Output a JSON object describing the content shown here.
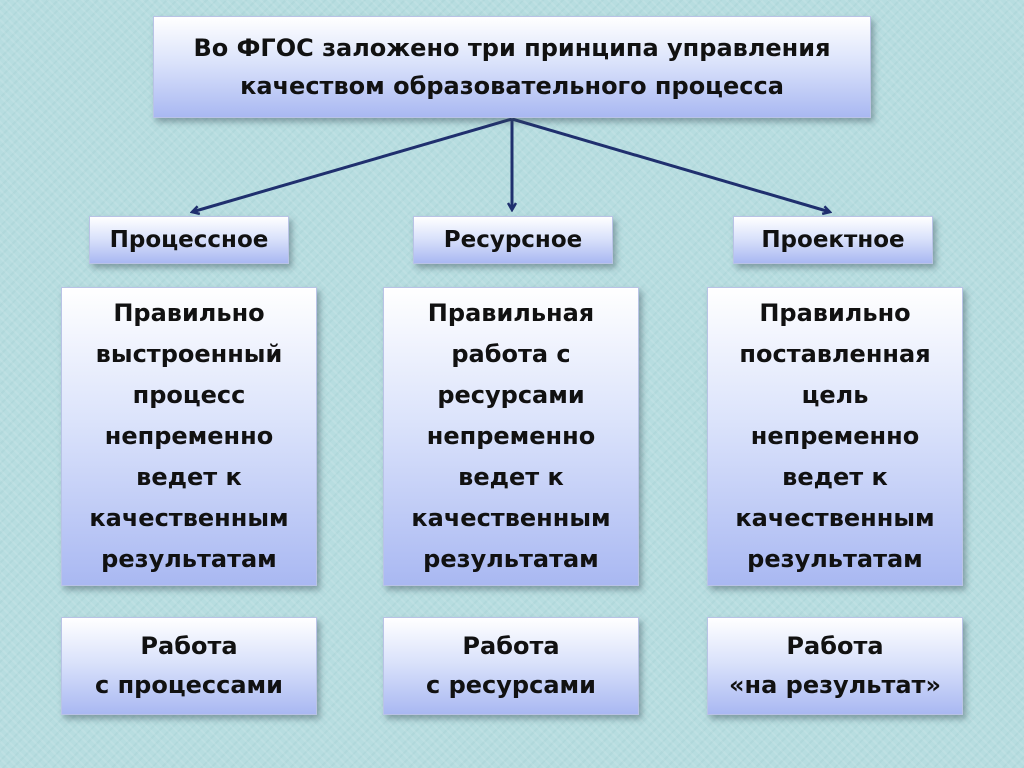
{
  "title": {
    "line1": "Во ФГОС заложено три принципа управления",
    "line2": "качеством образовательного процесса"
  },
  "columns": [
    {
      "label": "Процессное",
      "description": [
        "Правильно",
        "выстроенный",
        "процесс",
        "непременно",
        "ведет к",
        "качественным",
        "результатам"
      ],
      "work": [
        "Работа",
        "с процессами"
      ]
    },
    {
      "label": "Ресурсное",
      "description": [
        "Правильная",
        "работа с",
        "ресурсами",
        "непременно",
        "ведет к",
        "качественным",
        "результатам"
      ],
      "work": [
        "Работа",
        "с ресурсами"
      ]
    },
    {
      "label": "Проектное",
      "description": [
        "Правильно",
        "поставленная",
        "цель",
        "непременно",
        "ведет к",
        "качественным",
        "результатам"
      ],
      "work": [
        "Работа",
        "«на результат»"
      ]
    }
  ],
  "colors": {
    "arrow": "#1f2f6e",
    "box_top": "#ffffff",
    "box_bottom": "#a9b8f2"
  }
}
